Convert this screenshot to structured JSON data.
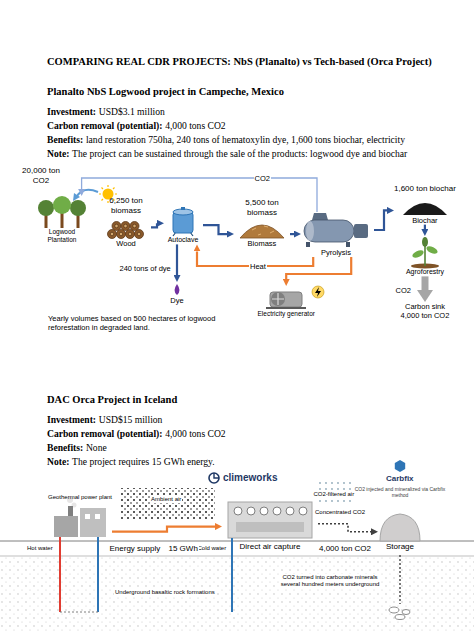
{
  "diagram": {
    "title": "COMPARING REAL CDR PROJECTS: NbS (Planalto) vs Tech-based (Orca Project)",
    "nodes": [
      {
        "text": [
          "Logwood Plantation"
        ]
      },
      {
        "text": [
          "6,250 ton biomass",
          "Wood"
        ]
      },
      {
        "text": [
          "Autoclave"
        ]
      },
      {
        "text": [
          "5,500 ton biomass",
          "Biomass"
        ]
      },
      {
        "text": [
          "Pyrolysis"
        ]
      },
      {
        "text": [
          "1,600 ton biochar",
          "Biochar"
        ]
      },
      {
        "text": [
          "Dye"
        ]
      },
      {
        "text": [
          "Electricity generator"
        ]
      },
      {
        "text": [
          "Agroforestry"
        ]
      },
      {
        "text": [
          "Carbon sink 4,000 ton CO2"
        ]
      },
      {
        "text": [
          "Geothermal power plant"
        ]
      },
      {
        "text": [
          "Direct air capture"
        ]
      },
      {
        "text": [
          "Storage"
        ]
      }
    ],
    "edges": [
      {
        "from": 1,
        "to": 2,
        "arrow": "to"
      },
      {
        "from": 2,
        "to": 3,
        "arrow": "to"
      },
      {
        "from": 3,
        "to": 4,
        "arrow": "to"
      },
      {
        "from": 4,
        "to": 5,
        "arrow": "to"
      },
      {
        "from": 4,
        "to": 0,
        "label": "CO2",
        "arrow": "to"
      },
      {
        "from": 2,
        "to": 6,
        "label": "240 tons of dye",
        "arrow": "to"
      },
      {
        "from": 4,
        "to": 2,
        "label": "Heat",
        "arrow": "to"
      },
      {
        "from": 4,
        "to": 7,
        "arrow": "to"
      },
      {
        "from": 5,
        "to": 8,
        "arrow": "to"
      },
      {
        "from": 8,
        "to": 9,
        "label": "CO2",
        "arrow": "to"
      },
      {
        "from": 10,
        "to": 11,
        "label": "15 GWh",
        "arrow": "to"
      },
      {
        "from": 11,
        "to": 12,
        "label": "4,000 ton CO2",
        "arrow": "to"
      }
    ],
    "labels": [
      "Investment:",
      "USD$3.1 million",
      "Carbon removal (potential):",
      "4,000 tons CO2",
      "Benefits:",
      "land restoration 750ha, 240 tons of hematoxylin dye, 1,600 tons biochar, electricity",
      "Note:",
      "The project can be sustained through the sale of the products: logwood dye and biochar",
      "Planalto NbS Logwood project in Campeche, Mexico",
      "20,000 ton CO2",
      "Yearly volumes based on 500 hectares of logwood reforestation in degraded land.",
      "DAC Orca Project in Iceland",
      "Investment:",
      "USD$15 million",
      "Carbon removal (potential):",
      "4,000 tons CO2",
      "Benefits:",
      "None",
      "Note:",
      "The project requires 15 GWh energy.",
      "climeworks",
      "Carbfix",
      "CO2 injected and mineralized via Carbfix method",
      "Ambient air",
      "CO2-filtered air",
      "Concentrated CO2",
      "Energy supply",
      "Hot water",
      "Cold water",
      "Underground basaltic rock formations",
      "CO2 turned into carbonate minerals several hundred meters underground"
    ]
  }
}
